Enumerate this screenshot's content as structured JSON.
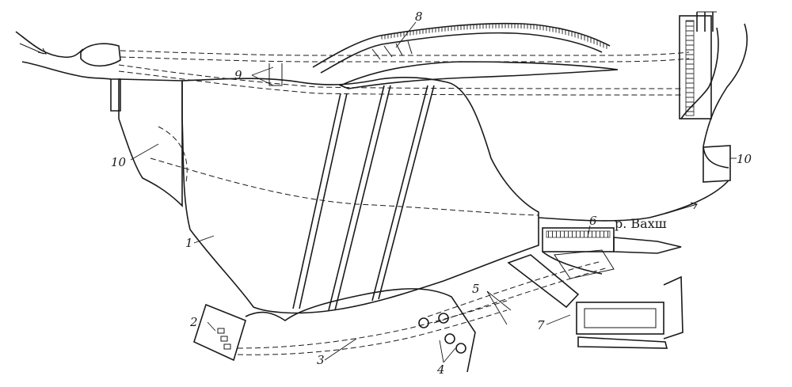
{
  "labels": {
    "l1": "1",
    "l2": "2",
    "l3": "3",
    "l4": "4",
    "l5": "5",
    "l6": "6",
    "l7": "7",
    "l8": "8",
    "l9": "9",
    "l10a": "10",
    "l10b": "10"
  },
  "river_name": "р. Вахш"
}
